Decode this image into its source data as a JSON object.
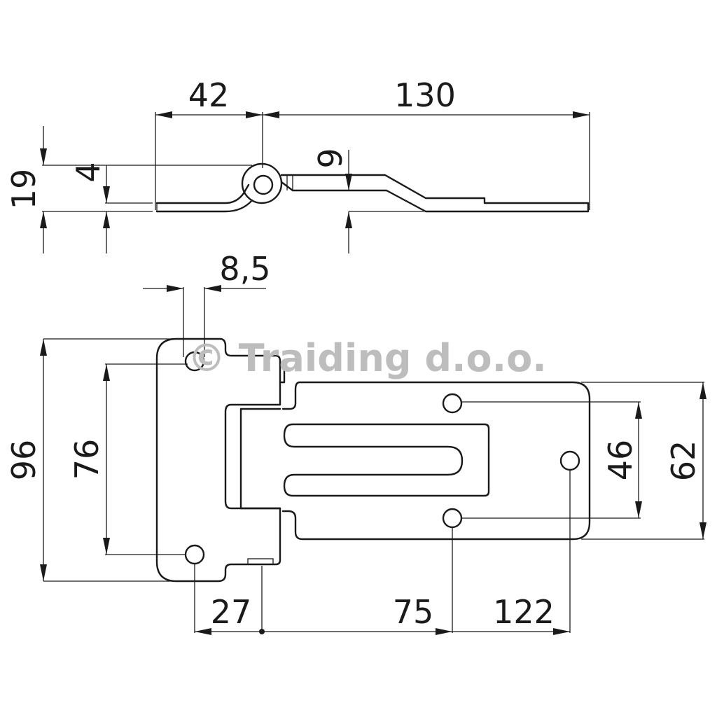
{
  "watermark": "© Traiding d.o.o.",
  "side_view": {
    "dim_left_width": "42",
    "dim_right_width": "130",
    "dim_total_height": "19",
    "dim_plate_offset": "4",
    "dim_step_height": "9"
  },
  "top_view": {
    "dim_hole_diameter": "8,5",
    "dim_total_height": "96",
    "dim_hole_spacing_left": "76",
    "dim_hole_spacing_right": "46",
    "dim_plate_height_right": "62",
    "dim_hole_to_axis": "27",
    "dim_axis_to_hole": "75",
    "dim_axis_to_far_hole": "122"
  },
  "colors": {
    "line": "#1a1a1a",
    "watermark": "#bdbdbd",
    "background": "#ffffff"
  }
}
